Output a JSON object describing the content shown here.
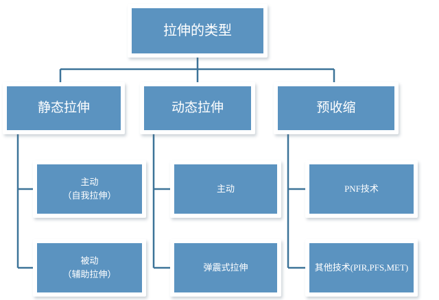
{
  "diagram": {
    "title": "拉伸的类型",
    "background_color": "#ffffff",
    "node_fill_color": "#5b93c0",
    "node_frame_color": "#ffffff",
    "connector_color": "#3c7398",
    "text_color": "#ffffff",
    "root": {
      "label": "拉伸的类型"
    },
    "branches": [
      {
        "label": "静态拉伸",
        "children": [
          {
            "line1": "主动",
            "line2": "（自我拉伸）"
          },
          {
            "line1": "被动",
            "line2": "（辅助拉伸）"
          }
        ]
      },
      {
        "label": "动态拉伸",
        "children": [
          {
            "line1": "主动",
            "line2": ""
          },
          {
            "line1": "弹震式拉伸",
            "line2": ""
          }
        ]
      },
      {
        "label": "预收缩",
        "children": [
          {
            "line1": "PNF技术",
            "line2": ""
          },
          {
            "line1": "其他技术(PIR,PFS,MET)",
            "line2": ""
          }
        ]
      }
    ]
  }
}
